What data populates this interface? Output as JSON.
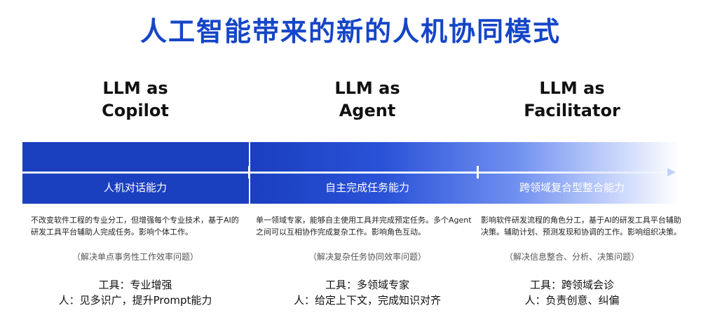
{
  "title": "人工智能带来的新的人机协同模式",
  "columns": [
    {
      "title_line1": "LLM as",
      "title_line2": "Copilot",
      "band_label": "人机对话能力",
      "desc_line1": "不改变软件工程的专业分工，但增强每个专业技术，基于AI的",
      "desc_line2": "研发工具平台辅助人完成任务。影响个体工作。",
      "sub": "（解决单点事务性工作效率问题）",
      "tool": "工具：专业增强",
      "person": "人：见多识广，提升Prompt能力"
    },
    {
      "title_line1": "LLM as",
      "title_line2": "Agent",
      "band_label": "自主完成任务能力",
      "desc_line1": "单一领域专家，能够自主使用工具并完成预定任务。多个Agent",
      "desc_line2": "之间可以互相协作完成复杂工作。影响角色互动。",
      "sub": "（解决复杂任务协同效率问题）",
      "tool": "工具：多领域专家",
      "person": "人：给定上下文，完成知识对齐"
    },
    {
      "title_line1": "LLM as",
      "title_line2": "Facilitator",
      "band_label": "跨领域复合型整合能力",
      "desc_line1": "影响软件研发流程的角色分工，基于AI的研发工具平台辅助",
      "desc_line2": "决策。辅助计划、预测发现和协调的工作。影响组织决策。",
      "sub": "（解决信息整合、分析、决策问题）",
      "tool": "工具：跨领域会诊",
      "person": "人：负责创意、纠偏"
    }
  ],
  "colors": {
    "title": "#1546c8",
    "band": "#1a3fbf"
  }
}
